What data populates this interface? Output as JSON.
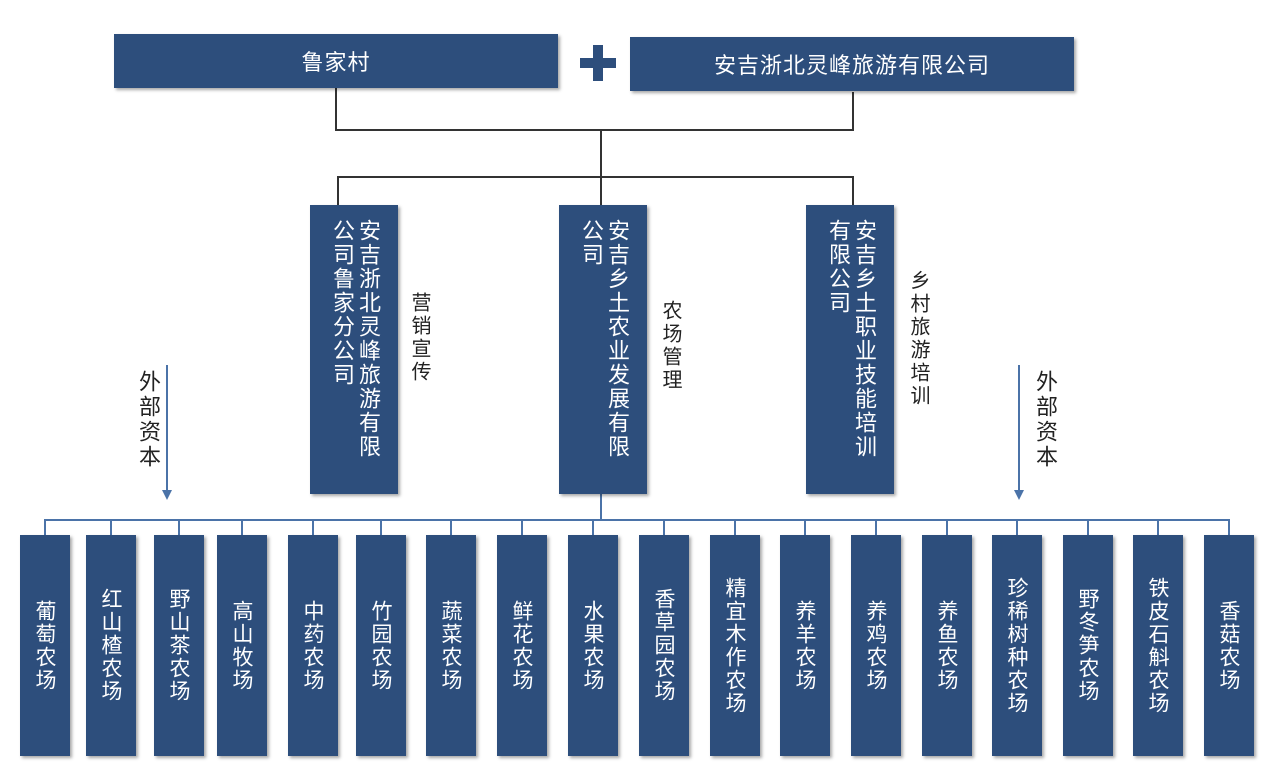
{
  "top": {
    "left": "鲁家村",
    "right": "安吉浙北灵峰旅游有限公司",
    "plus": "plus-icon"
  },
  "companies": [
    {
      "name": "安吉浙北灵峰旅游有限\n公司鲁家分公司",
      "role": "营销宣传"
    },
    {
      "name": "安吉乡土农业发展有限\n公司",
      "role": "农场管理"
    },
    {
      "name": "安吉乡土职业技能培训\n有限公司",
      "role": "乡村旅游培训"
    }
  ],
  "capital": {
    "left": "外部资本",
    "right": "外部资本"
  },
  "farms": [
    "葡萄农场",
    "红山楂农场",
    "野山茶农场",
    "高山牧场",
    "中药农场",
    "竹园农场",
    "蔬菜农场",
    "鲜花农场",
    "水果农场",
    "香草园农场",
    "精宜木作农场",
    "养羊农场",
    "养鸡农场",
    "养鱼农场",
    "珍稀树种农场",
    "野冬笋农场",
    "铁皮石斛农场",
    "香菇农场"
  ],
  "colors": {
    "box": "#2d4e7c",
    "line": "#333333",
    "arrow": "#4b73a8"
  }
}
